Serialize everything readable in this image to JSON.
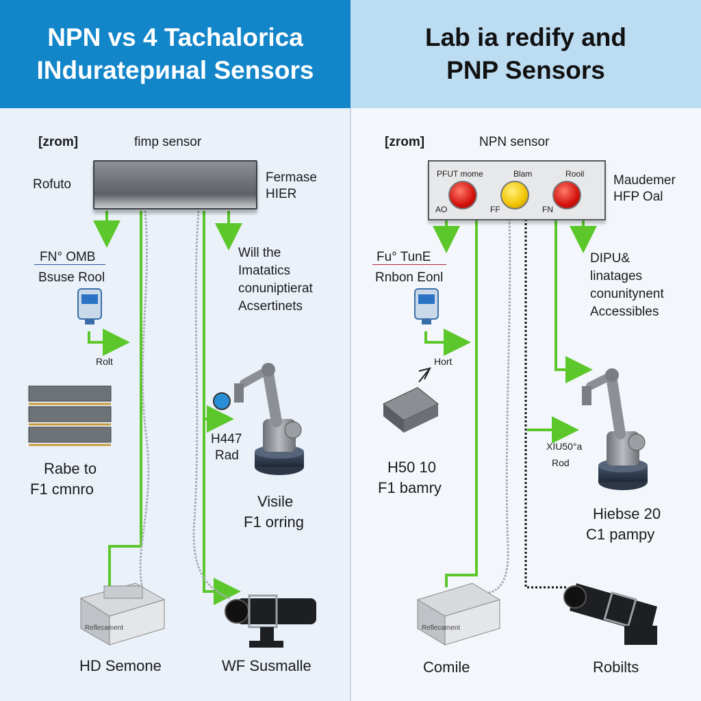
{
  "left": {
    "title_line1": "NPN vs 4 Tachalorica",
    "title_line2": "INdurateринal Sensors",
    "tag": "[zrom]",
    "sensor_label": "fimp sensor",
    "housing_left_label": "Rofuto",
    "housing_right_line1": "Fermase",
    "housing_right_line2": "HIER",
    "sub_title": "FN° OMB",
    "sub_caption": "Bsuse Rool",
    "arrow_label": "Rolt",
    "right_text_1": "Will the",
    "right_text_2": "Imatatics",
    "right_text_3": "conuniptierat",
    "right_text_4": "Acsertinets",
    "stack_line1": "Rabe to",
    "stack_line2": "F1 cmnro",
    "robot_tag_line1": "H447",
    "robot_tag_line2": "Rad",
    "robot_caption_line1": "Visile",
    "robot_caption_line2": "F1 orring",
    "bottom_left": "HD Semone",
    "bottom_right": "WF Susmalle",
    "box_brand": "Reflecament"
  },
  "right": {
    "title_line1": "Lab ia redify and",
    "title_line2": "PNP Sensors",
    "tag": "[zrom]",
    "sensor_label": "NPN sensor",
    "lamp_label_1": "PFUT mome",
    "lamp_label_2": "Blam",
    "lamp_label_3": "Rooil",
    "lamp_sub_1": "AO",
    "lamp_sub_2": "FF",
    "lamp_sub_3": "FN",
    "housing_right_line1": "Maudemer",
    "housing_right_line2": "HFP Oal",
    "sub_title": "Fu° TunE",
    "sub_caption": "Rnbon Eonl",
    "arrow_label": "Hort",
    "right_text_1": "DIPU&",
    "right_text_2": "linatages",
    "right_text_3": "conunitynent",
    "right_text_4": "Accessibles",
    "chip_line1": "H50 10",
    "chip_line2": "F1 bamry",
    "robot_tag_line1": "XIU50°a",
    "robot_tag_line2": "Rod",
    "robot_caption_line1": "Hiebse 20",
    "robot_caption_line2": "C1 pampy",
    "bottom_left": "Comile",
    "bottom_right": "Robilts",
    "box_brand": "Reflecament"
  },
  "colors": {
    "left_header": "#1386c9",
    "right_header": "#bcdcf2",
    "wire_green": "#5cc72a",
    "lamp_red": "#d3120c",
    "lamp_yellow": "#f2c300"
  }
}
